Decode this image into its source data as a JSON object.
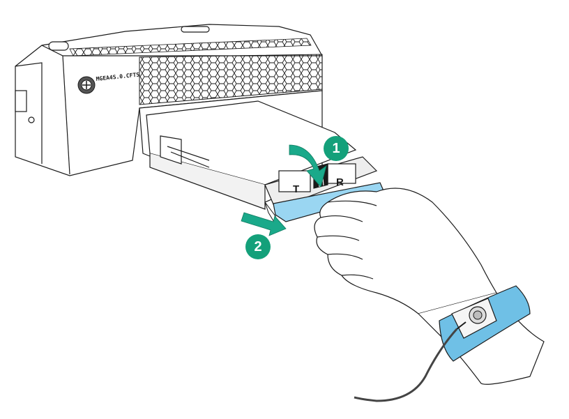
{
  "figure": {
    "chassis_label": "MGEA4S.0.CFTS",
    "port_letters": [
      "T",
      "R"
    ],
    "steps": [
      {
        "number": "1",
        "action": "press-latch-down"
      },
      {
        "number": "2",
        "action": "pull-module-out"
      }
    ]
  },
  "colors": {
    "step_badge": "#14a07a",
    "arrow": "#1aa98a",
    "wrist_strap": "#6fc0e6",
    "handle": "#9ad6f2",
    "line": "#1a1a1a"
  },
  "icons": {
    "step1_arrow": "curved-arrow-down-icon",
    "step2_arrow": "arrow-left-down-icon",
    "screw": "thumbscrew-icon",
    "strap": "esd-wrist-strap-icon"
  }
}
